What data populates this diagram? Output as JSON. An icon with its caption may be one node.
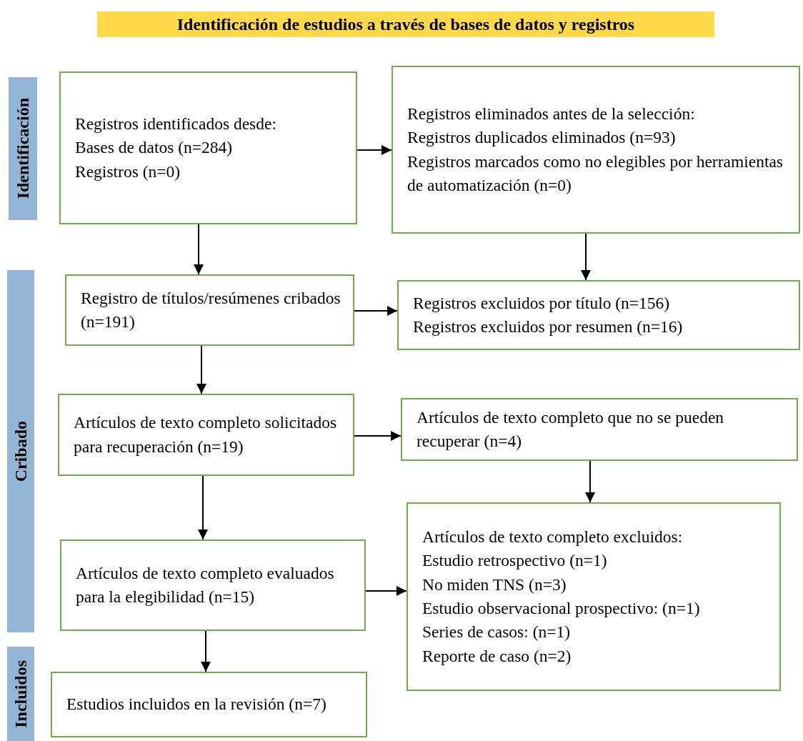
{
  "diagram": {
    "title": "Identificación de estudios a través de bases de datos y registros",
    "nodes": [
      {
        "text": [
          "Registros identificados desde:",
          "Bases de datos (n=284)",
          "Registros (n=0)"
        ]
      },
      {
        "text": [
          "Registros eliminados antes de la selección:",
          "Registros duplicados eliminados (n=93)",
          "Registros marcados como no elegibles por herramientas de automatización (n=0)"
        ]
      },
      {
        "text": [
          "Registro de títulos/resúmenes cribados (n=191)"
        ]
      },
      {
        "text": [
          "Registros excluidos por título (n=156)",
          "Registros excluidos por resumen (n=16)"
        ]
      },
      {
        "text": [
          "Artículos de texto completo solicitados para recuperación (n=19)"
        ]
      },
      {
        "text": [
          "Artículos de texto completo que no se pueden recuperar (n=4)"
        ]
      },
      {
        "text": [
          "Artículos de texto completo evaluados para la elegibilidad (n=15)"
        ]
      },
      {
        "text": [
          "Artículos de texto completo excluidos:",
          "Estudio retrospectivo (n=1)",
          "No miden TNS (n=3)",
          "Estudio observacional prospectivo: (n=1)",
          "Series de casos: (n=1)",
          "Reporte de caso (n=2)"
        ]
      },
      {
        "text": [
          "Estudios incluidos en la revisión (n=7)"
        ]
      },
      {
        "text": [
          "Identificación"
        ]
      },
      {
        "text": [
          "Cribado"
        ]
      },
      {
        "text": [
          "Incluidos"
        ]
      }
    ],
    "edges": [
      {
        "from": 0,
        "to": 1,
        "arrow": "to"
      },
      {
        "from": 0,
        "to": 2,
        "arrow": "to"
      },
      {
        "from": 1,
        "to": 3,
        "arrow": "to"
      },
      {
        "from": 2,
        "to": 3,
        "arrow": "to"
      },
      {
        "from": 2,
        "to": 4,
        "arrow": "to"
      },
      {
        "from": 4,
        "to": 5,
        "arrow": "to"
      },
      {
        "from": 5,
        "to": 7,
        "arrow": "to"
      },
      {
        "from": 4,
        "to": 6,
        "arrow": "to"
      },
      {
        "from": 6,
        "to": 7,
        "arrow": "to"
      },
      {
        "from": 6,
        "to": 8,
        "arrow": "to"
      }
    ]
  }
}
